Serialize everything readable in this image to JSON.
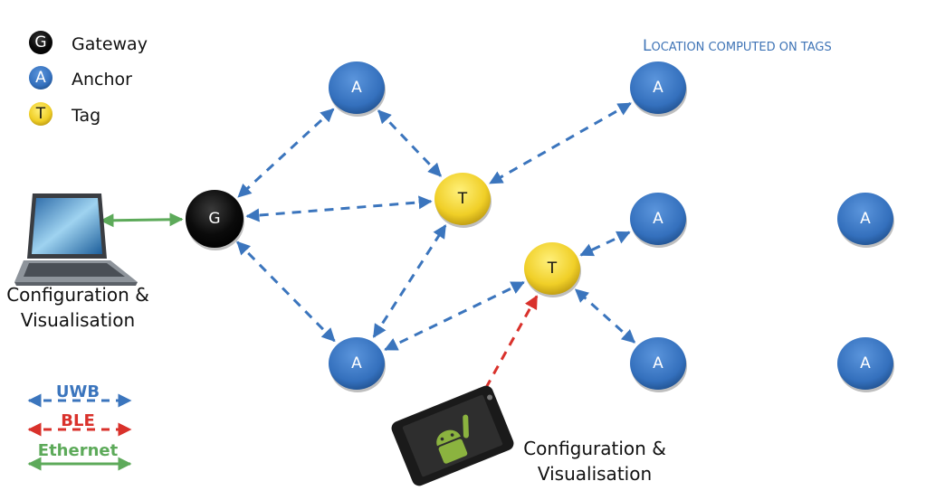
{
  "legend": {
    "nodes": [
      {
        "letter": "G",
        "label": "Gateway",
        "type": "gateway"
      },
      {
        "letter": "A",
        "label": "Anchor",
        "type": "anchor"
      },
      {
        "letter": "T",
        "label": "Tag",
        "type": "tag"
      }
    ],
    "links": [
      {
        "label": "UWB",
        "type": "uwb"
      },
      {
        "label": "BLE",
        "type": "ble"
      },
      {
        "label": "Ethernet",
        "type": "ethernet"
      }
    ]
  },
  "title": {
    "first": "L",
    "rest": "OCATION COMPUTED ON TAGS"
  },
  "colors": {
    "gateway": "#0a0a0a",
    "anchor": "#3a78c4",
    "tag": "#f2d22e",
    "uwb": "#3b75bd",
    "ble": "#d9312b",
    "ethernet": "#5daa5a",
    "title": "#3f74b6"
  },
  "devices": {
    "laptop": {
      "caption_line1": "Configuration &",
      "caption_line2": "Visualisation"
    },
    "tablet": {
      "caption_line1": "Configuration &",
      "caption_line2": "Visualisation"
    }
  },
  "nodes": [
    {
      "id": "G",
      "type": "gateway",
      "letter": "G"
    },
    {
      "id": "A1",
      "type": "anchor",
      "letter": "A"
    },
    {
      "id": "A2",
      "type": "anchor",
      "letter": "A"
    },
    {
      "id": "T1",
      "type": "tag",
      "letter": "T"
    },
    {
      "id": "A3",
      "type": "anchor",
      "letter": "A"
    },
    {
      "id": "A4",
      "type": "anchor",
      "letter": "A"
    },
    {
      "id": "T2",
      "type": "tag",
      "letter": "T"
    },
    {
      "id": "A5",
      "type": "anchor",
      "letter": "A"
    },
    {
      "id": "A6",
      "type": "anchor",
      "letter": "A"
    },
    {
      "id": "A7",
      "type": "anchor",
      "letter": "A"
    }
  ],
  "links": [
    {
      "from": "A1",
      "to": "G",
      "type": "uwb"
    },
    {
      "from": "T1",
      "to": "G",
      "type": "uwb"
    },
    {
      "from": "A5",
      "to": "G",
      "type": "uwb"
    },
    {
      "from": "A1",
      "to": "T1",
      "type": "uwb"
    },
    {
      "from": "A2",
      "to": "T1",
      "type": "uwb"
    },
    {
      "from": "A5",
      "to": "T1",
      "type": "uwb"
    },
    {
      "from": "A5",
      "to": "T2",
      "type": "uwb"
    },
    {
      "from": "A3",
      "to": "T2",
      "type": "uwb"
    },
    {
      "from": "A6",
      "to": "T2",
      "type": "uwb"
    },
    {
      "from": "tablet",
      "to": "T2",
      "type": "ble"
    },
    {
      "from": "laptop",
      "to": "G",
      "type": "ethernet"
    }
  ]
}
